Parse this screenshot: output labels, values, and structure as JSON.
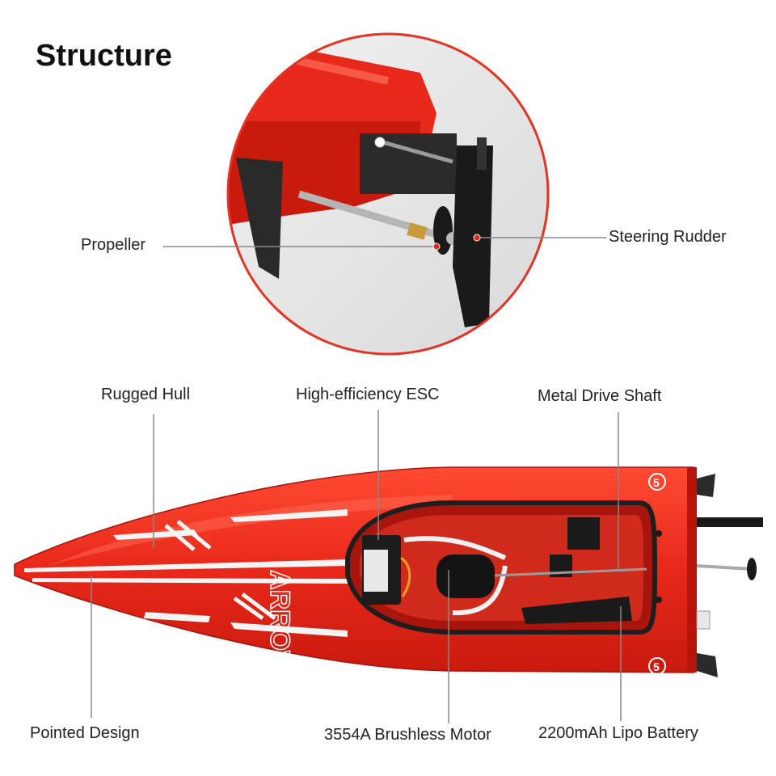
{
  "title": "Structure",
  "colors": {
    "hull_red": "#e8281a",
    "hull_dark_red": "#b8140a",
    "stripe_white": "#f4f4f4",
    "leader_line": "#888888",
    "rudder_black": "#1a1a1a"
  },
  "callouts": {
    "propeller": "Propeller",
    "steering_rudder": "Steering Rudder",
    "rugged_hull": "Rugged Hull",
    "esc": "High-efficiency ESC",
    "drive_shaft": "Metal Drive Shaft",
    "pointed_design": "Pointed Design",
    "motor": "3554A Brushless Motor",
    "battery": "2200mAh Lipo Battery"
  },
  "hull_text": {
    "name": "ARROW",
    "number": "5"
  }
}
